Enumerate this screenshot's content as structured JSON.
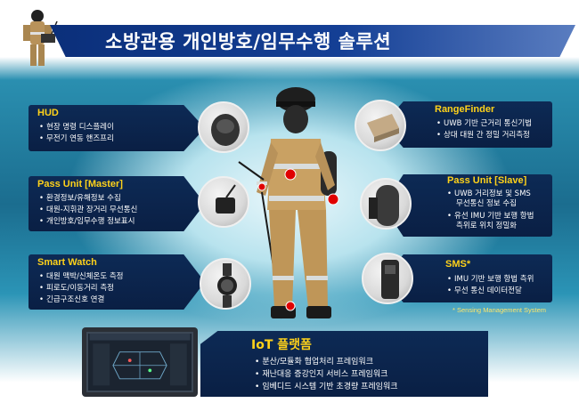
{
  "title": "소방관용 개인방호/임무수행 솔루션",
  "panels": {
    "hud": {
      "heading": "HUD",
      "items": [
        "현장 명령 디스플레이",
        "무전기 연동 핸즈프리"
      ]
    },
    "pass_master": {
      "heading": "Pass Unit [Master]",
      "items": [
        "환경정보/유해정보 수집",
        "대원-지휘관 장거리 무선통신",
        "개인방호/임무수행 정보표시"
      ]
    },
    "smart_watch": {
      "heading": "Smart Watch",
      "items": [
        "대원 맥박/신체온도 측정",
        "피로도/이동거리 측정",
        "긴급구조신호 연결"
      ]
    },
    "range_finder": {
      "heading": "RangeFinder",
      "items": [
        "UWB 기반 근거리 통신기법",
        "상대 대원 간 정밀 거리측정"
      ]
    },
    "pass_slave": {
      "heading": "Pass Unit [Slave]",
      "items": [
        "UWB 거리정보 및 SMS",
        "무선통신 정보 수집",
        "유선 IMU 기반 보행 항법",
        "측위로 위치 정밀화"
      ]
    },
    "sms": {
      "heading": "SMS*",
      "items": [
        "IMU 기반 보행 항법 측위",
        "무선 통신 데이터전달"
      ]
    }
  },
  "sms_note": "* Sensing Management System",
  "iot": {
    "heading": "IoT 플랫폼",
    "items": [
      "분산/모듈화 협업처리 프레임워크",
      "재난대응 증강인지 서비스 프레임워크",
      "임베디드 시스템 기반 초경량 프레임워크"
    ]
  },
  "colors": {
    "title_bar": "#0b2f7a",
    "panel_bg": "#0a1f44",
    "heading_yellow": "#ffd21a",
    "gear_tan": "#c9a163",
    "reflective": "#d8dcdc",
    "sensor_red": "#e00000"
  }
}
